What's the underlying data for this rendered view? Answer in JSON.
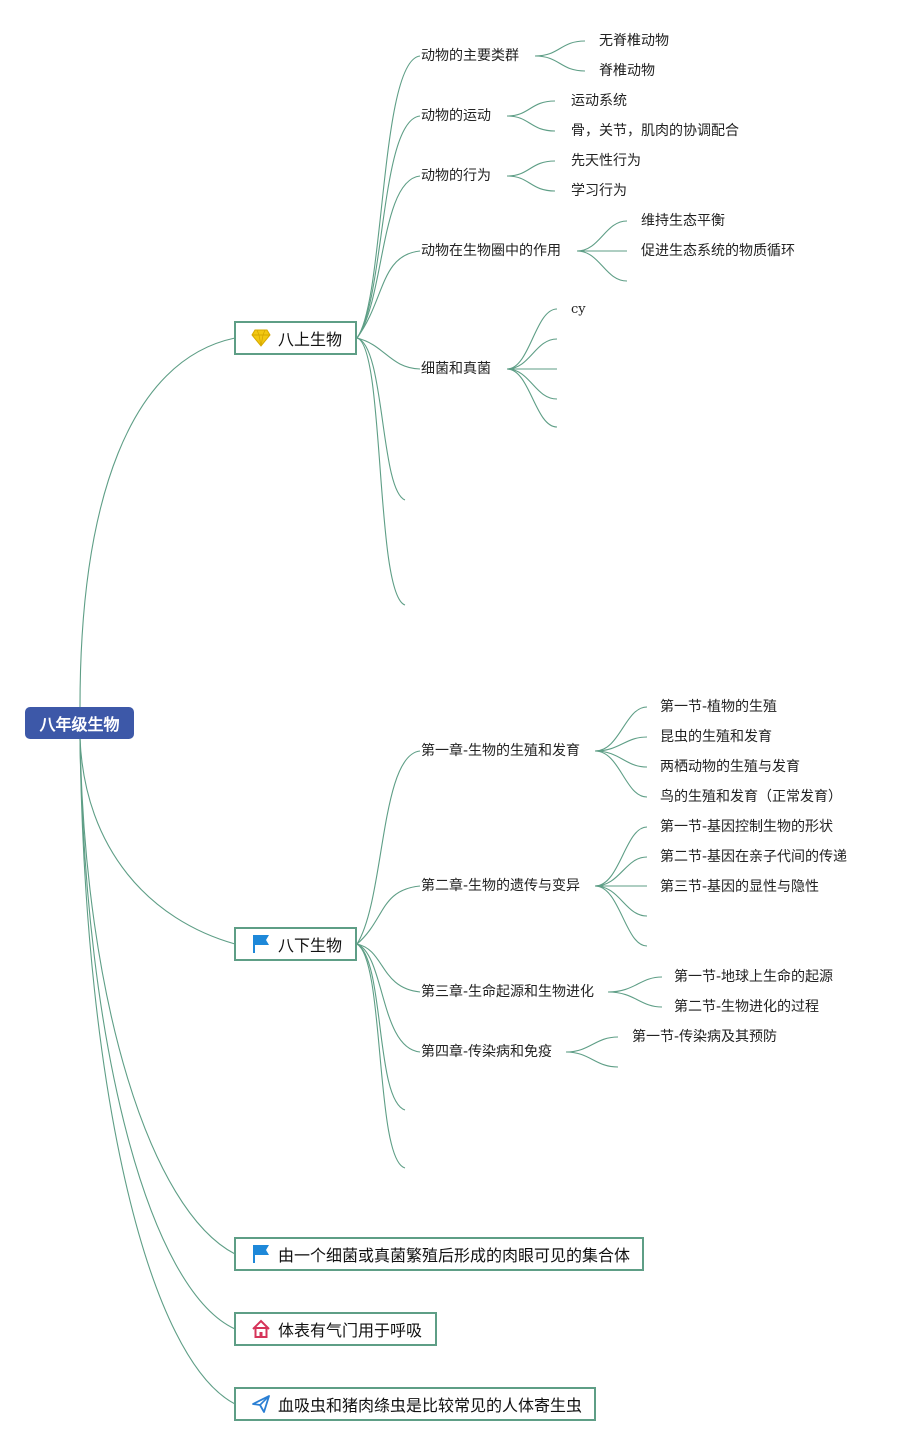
{
  "root": {
    "label": "八年级生物"
  },
  "branches": [
    {
      "label": "八上生物",
      "icon": "diamond-icon",
      "topics": [
        {
          "label": "动物的主要类群",
          "items": [
            "无脊椎动物",
            "脊椎动物"
          ]
        },
        {
          "label": "动物的运动",
          "items": [
            "运动系统",
            "骨，关节，肌肉的协调配合"
          ]
        },
        {
          "label": "动物的行为",
          "items": [
            "先天性行为",
            "学习行为"
          ]
        },
        {
          "label": "动物在生物圈中的作用",
          "items": [
            "维持生态平衡",
            "促进生态系统的物质循环"
          ]
        },
        {
          "label": "细菌和真菌",
          "items": [
            "cy"
          ]
        }
      ]
    },
    {
      "label": "八下生物",
      "icon": "flag-icon",
      "topics": [
        {
          "label": "第一章-生物的生殖和发育",
          "items": [
            "第一节-植物的生殖",
            "昆虫的生殖和发育",
            "两栖动物的生殖与发育",
            "鸟的生殖和发育（正常发育）"
          ]
        },
        {
          "label": "第二章-生物的遗传与变异",
          "items": [
            "第一节-基因控制生物的形状",
            "第二节-基因在亲子代间的传递",
            "第三节-基因的显性与隐性"
          ]
        },
        {
          "label": "第三章-生命起源和生物进化",
          "items": [
            "第一节-地球上生命的起源",
            "第二节-生物进化的过程"
          ]
        },
        {
          "label": "第四章-传染病和免疫",
          "items": [
            "第一节-传染病及其预防"
          ]
        }
      ]
    },
    {
      "label": "由一个细菌或真菌繁殖后形成的肉眼可见的集合体",
      "icon": "flag-icon"
    },
    {
      "label": "体表有气门用于呼吸",
      "icon": "home-icon"
    },
    {
      "label": "血吸虫和猪肉绦虫是比较常见的人体寄生虫",
      "icon": "paper-plane-icon"
    }
  ],
  "colors": {
    "root": "#3d58a8",
    "line": "#5e9e86",
    "flag": "#1e88d9",
    "diamond": "#f2c811",
    "home": "#d6345a",
    "plane": "#2a7fd4"
  }
}
